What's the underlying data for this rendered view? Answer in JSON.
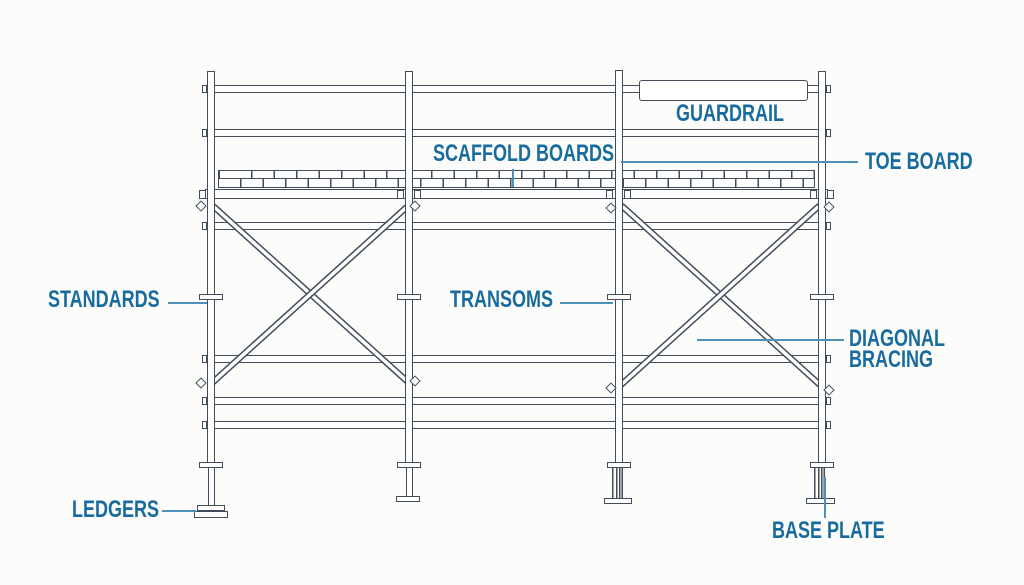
{
  "colors": {
    "background": "#fcfcfa",
    "line": "#434d59",
    "label_text": "#186b9e",
    "leader_line": "#4e90b9"
  },
  "labels": {
    "guardrail": "GUARDRAIL",
    "scaffold_boards": "SCAFFOLD BOARDS",
    "toe_board": "TOE BOARD",
    "standards": "STANDARDS",
    "transoms": "TRANSOMS",
    "diagonal_bracing_1": "DIAGONAL",
    "diagonal_bracing_2": "BRACING",
    "ledgers": "LEDGERS",
    "base_plate": "BASE PLATE"
  }
}
